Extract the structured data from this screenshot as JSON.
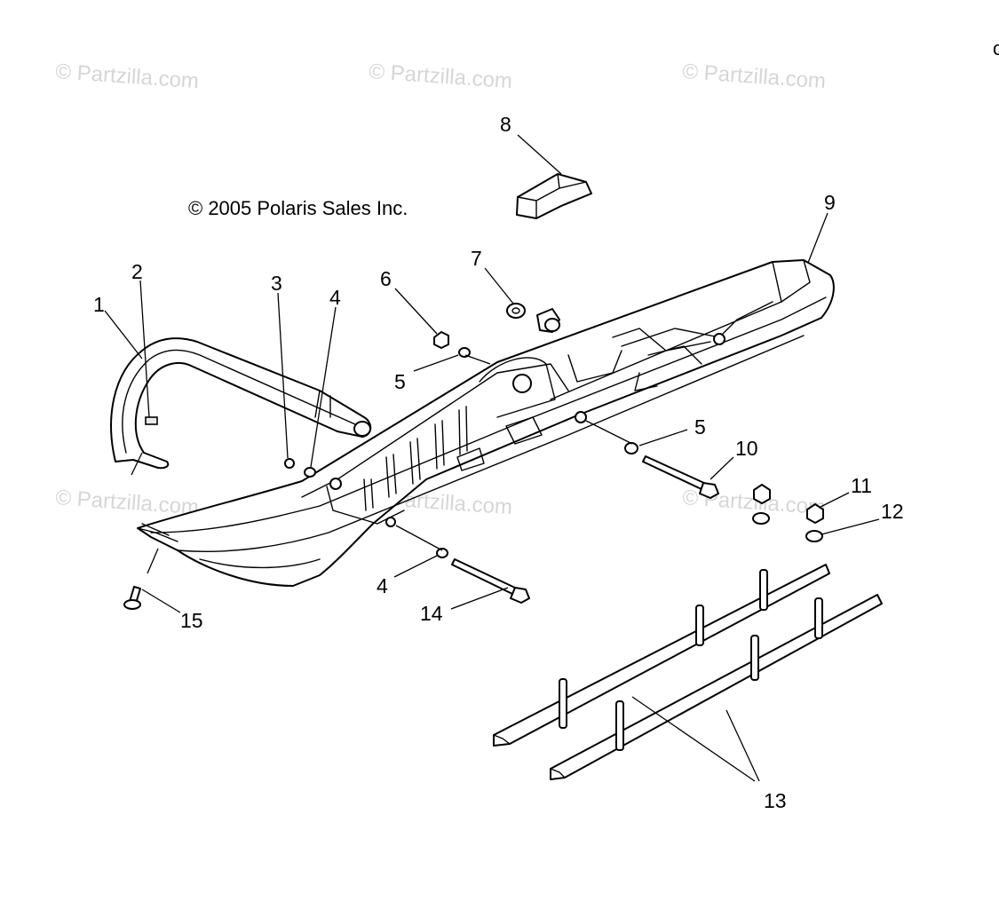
{
  "watermark": "© Partzilla.com",
  "copyright": "© 2005 Polaris Sales Inc.",
  "callouts": [
    "1",
    "2",
    "3",
    "4",
    "5",
    "6",
    "7",
    "8",
    "9",
    "10",
    "11",
    "12",
    "13",
    "14",
    "15"
  ],
  "callout_extra": {
    "label_5b": "5",
    "label_4b": "4"
  },
  "edge_mark": "c"
}
